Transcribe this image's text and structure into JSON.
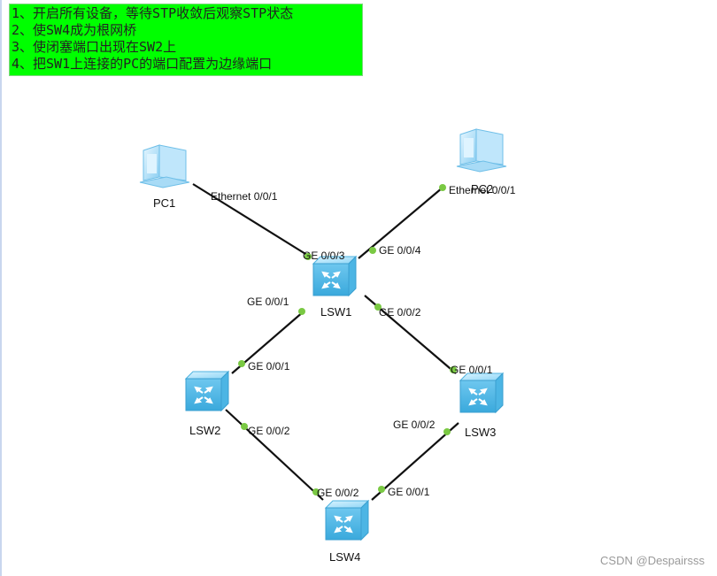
{
  "tasks": [
    "1、开启所有设备，等待STP收敛后观察STP状态",
    "2、使SW4成为根网桥",
    "3、使闭塞端口出现在SW2上",
    "4、把SW1上连接的PC的端口配置为边缘端口"
  ],
  "devices": {
    "pc1": "PC1",
    "pc2": "PC2",
    "lsw1": "LSW1",
    "lsw2": "LSW2",
    "lsw3": "LSW3",
    "lsw4": "LSW4"
  },
  "ports": {
    "pc1_eth": "Ethernet 0/0/1",
    "pc2_eth": "Ethernet 0/0/1",
    "lsw1_ge003": "GE 0/0/3",
    "lsw1_ge004": "GE 0/0/4",
    "lsw1_ge001": "GE 0/0/1",
    "lsw1_ge002": "GE 0/0/2",
    "lsw2_ge001": "GE 0/0/1",
    "lsw2_ge002": "GE 0/0/2",
    "lsw3_ge001": "GE 0/0/1",
    "lsw3_ge002": "GE 0/0/2",
    "lsw4_ge002": "GE 0/0/2",
    "lsw4_ge001": "GE 0/0/1"
  },
  "colors": {
    "task_bg": "#00ff00",
    "link": "#111111",
    "port_dot": "#7ac943",
    "switch_body": "#7fd0f5"
  },
  "watermark": "CSDN @Despairsss"
}
